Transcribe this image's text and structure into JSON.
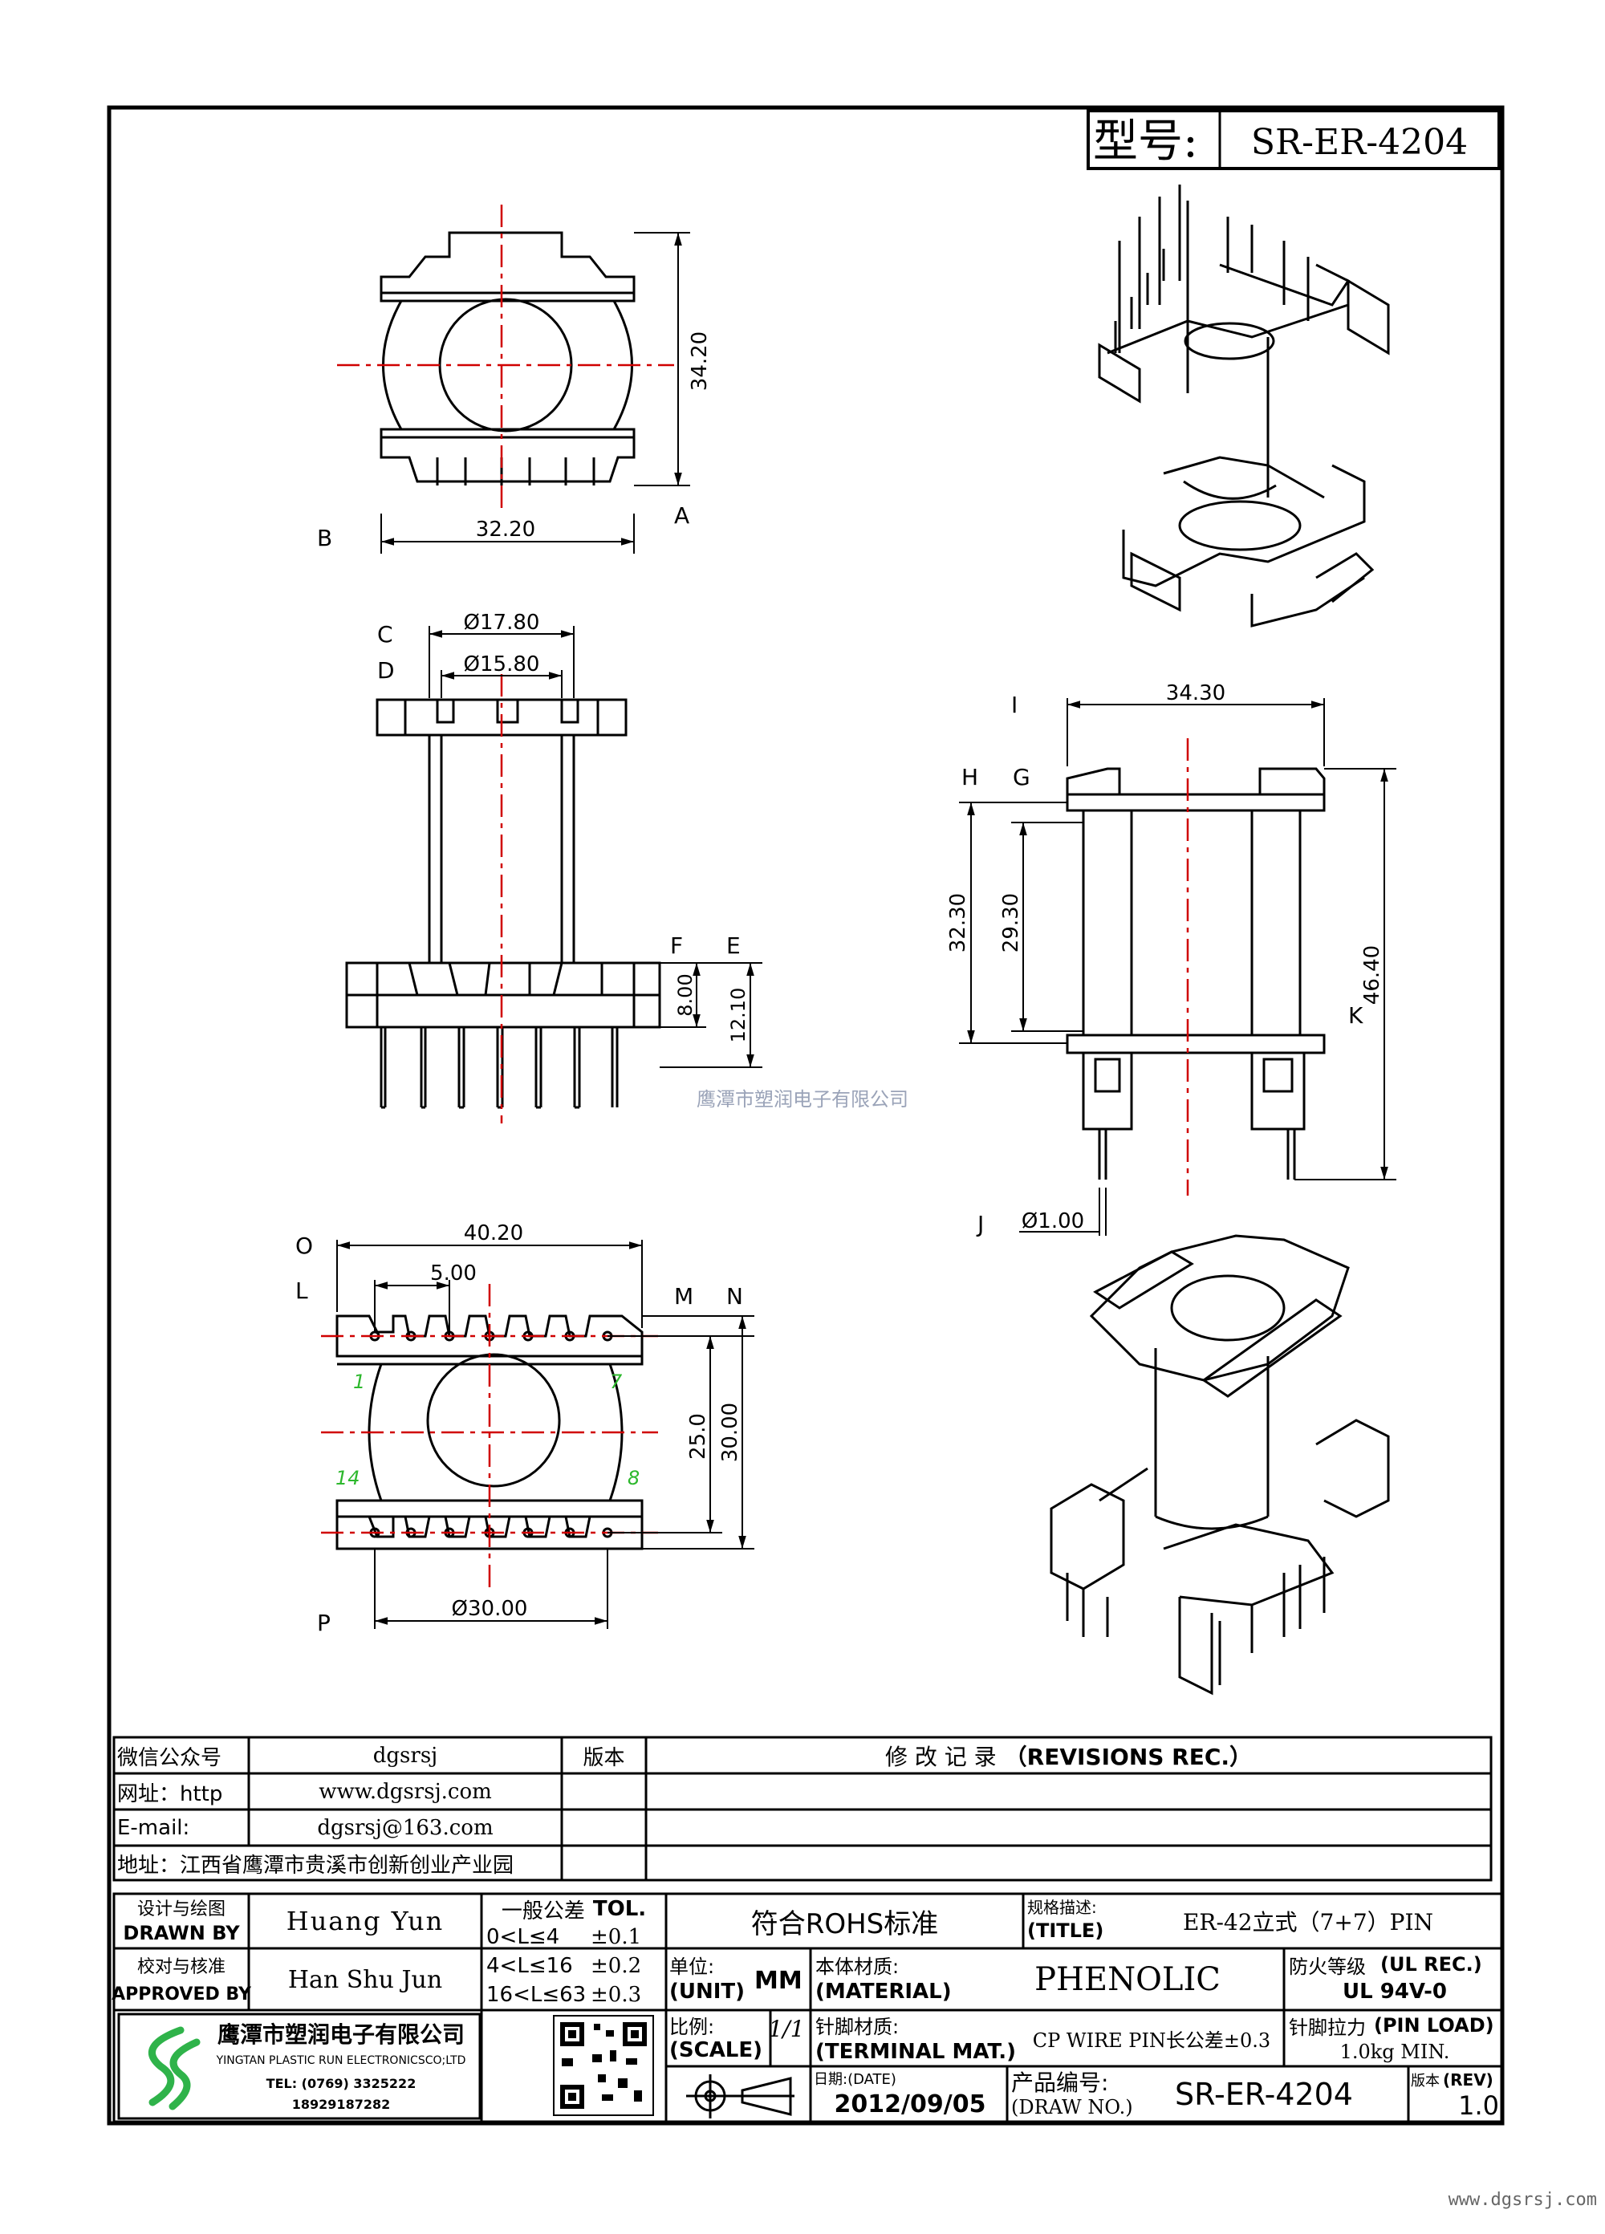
{
  "title_block": {
    "model_label": "型号:",
    "model_value": "SR-ER-4204"
  },
  "drawing": {
    "dims": {
      "a_height": "34.20",
      "b_width": "32.20",
      "c_dia": "Ø17.80",
      "d_dia": "Ø15.80",
      "e_height": "12.10",
      "f_height": "8.00",
      "i_width": "34.30",
      "inner_29": "29.30",
      "side_32": "32.30",
      "k_height": "46.40",
      "j_dia": "Ø1.00",
      "o_width": "40.20",
      "l_pitch": "5.00",
      "m_25": "25.0",
      "n_30": "30.00",
      "p_dia": "Ø30.00"
    },
    "tags": {
      "a": "A",
      "b": "B",
      "c": "C",
      "d": "D",
      "e": "E",
      "f": "F",
      "g": "G",
      "h": "H",
      "i": "I",
      "j": "J",
      "k": "K",
      "l": "L",
      "m": "M",
      "n": "N",
      "o": "O",
      "p": "P"
    },
    "pins": {
      "p1": "1",
      "p7": "7",
      "p14": "14",
      "p8": "8"
    },
    "watermark": "鹰潭市塑润电子有限公司"
  },
  "info_table": {
    "wechat_label": "微信公众号",
    "wechat_value": "dgsrsj",
    "web_label": "网址：http",
    "web_value": "www.dgsrsj.com",
    "email_label": "E-mail:",
    "email_value": "dgsrsj@163.com",
    "address": "地址：江西省鹰潭市贵溪市创新创业产业园",
    "version_label": "版本",
    "revisions_cn": "修 改 记 录",
    "revisions_en": "（REVISIONS REC.）"
  },
  "bottom": {
    "drawn_cn": "设计与绘图",
    "drawn_en": "DRAWN BY",
    "drawn_name": "Huang  Yun",
    "approved_cn": "校对与核准",
    "approved_en": "APPROVED BY",
    "approved_name": "Han Shu Jun",
    "tol_cn": "一般公差",
    "tol_en": "TOL.",
    "tol_r1": "0<L≤4",
    "tol_v1": "±0.1",
    "tol_r2": "4<L≤16",
    "tol_v2": "±0.2",
    "tol_r3": "16<L≤63",
    "tol_v3": "±0.3",
    "rohs": "符合ROHS标准",
    "spec_cn": "规格描述:",
    "spec_en": "(TITLE)",
    "spec_value": "ER-42立式（7+7）PIN",
    "ul_cn": "防火等级",
    "ul_en": "(UL REC.)",
    "ul_value": "UL 94V-0",
    "unit_cn": "单位:",
    "unit_en": "(UNIT)",
    "unit_value": "MM",
    "material_cn": "本体材质:",
    "material_en": "(MATERIAL)",
    "material_value": "PHENOLIC",
    "pinload_cn": "针脚拉力",
    "pinload_en": "(PIN LOAD)",
    "pinload_value": "1.0kg MIN.",
    "scale_cn": "比例:",
    "scale_en": "(SCALE)",
    "scale_value": "1/1",
    "terminal_cn": "针脚材质:",
    "terminal_en": "(TERMINAL MAT.)",
    "terminal_value": "CP WIRE   PIN长公差±0.3",
    "date_label": "日期:(DATE)",
    "date_value": "2012/09/05",
    "drawno_cn": "产品编号:",
    "drawno_en": "(DRAW NO.)",
    "drawno_value": "SR-ER-4204",
    "rev_cn": "版本",
    "rev_en": "(REV)",
    "rev_value": "1.0",
    "company_cn": "鹰潭市塑润电子有限公司",
    "company_en": "YINGTAN PLASTIC RUN ELECTRONICSCO;LTD",
    "tel": "TEL: (0769) 3325222",
    "mobile": "18929187282"
  },
  "footer_url": "www.dgsrsj.com"
}
